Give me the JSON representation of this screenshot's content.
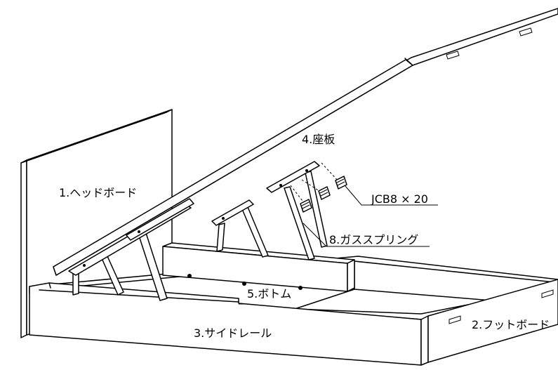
{
  "labels": {
    "headboard": "1.ヘッドボード",
    "footboard": "2.フットボード",
    "side_rail": "3.サイドレール",
    "seat_board": "4.座板",
    "bottom": "5.ボトム",
    "gas_spring": "8.ガススプリング",
    "screw": "JCB8 × 20"
  }
}
